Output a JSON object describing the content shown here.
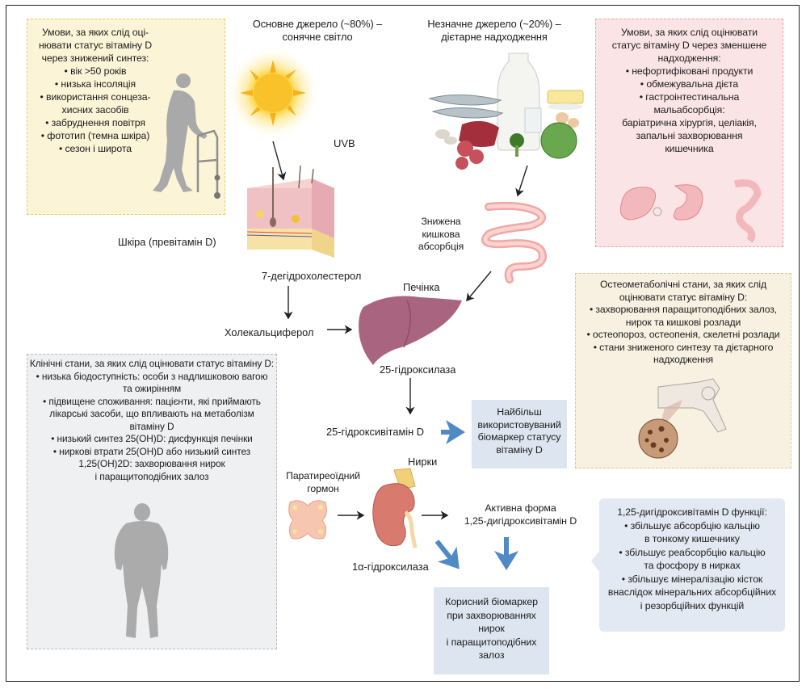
{
  "colors": {
    "accent_arrow": "#4f8ac4",
    "box_yellow": "#fcf4d6",
    "box_pink": "#fbe4e6",
    "box_gray": "#eff0f2",
    "box_beige": "#f8f1e2",
    "box_blue": "#dde6f0"
  },
  "sources": {
    "main_title": "Основне джерело (~80%) –",
    "main_subtitle": "сонячне світло",
    "minor_title": "Незначне джерело (~20%) –",
    "minor_subtitle": "дієтарне надходження",
    "uvb": "UVB"
  },
  "reduced_synthesis_box": {
    "lines": [
      "Умови, за яких слід оці-",
      "нювати статус вітаміну D",
      "через знижений синтез:",
      "• вік >50 років",
      "• низька інсоляція",
      "• використання сонцеза-",
      "хисних засобів",
      "• забруднення повітря",
      "• фототип (темна шкіра)",
      "• сезон і широта"
    ]
  },
  "reduced_intake_box": {
    "lines": [
      "Умови, за яких слід оцінювати",
      "статус вітаміну D через зменшене",
      "надходження:",
      "• нефортифіковані продукти",
      "• обмежувальна дієта",
      "• гастроінтестинальна",
      "мальабсорбція:",
      "баріатрична хірургія, целіакія,",
      "запальні захворювання",
      "кишечника"
    ]
  },
  "pathway": {
    "skin": "Шкіра (превітамін D)",
    "dehydrocholesterol": "7-дегідрохолестерол",
    "cholecalciferol": "Холекальциферол",
    "liver": "Печінка",
    "hydroxylase25": "25-гідроксилаза",
    "reduced_absorption": [
      "Знижена",
      "кишкова",
      "абсорбція"
    ],
    "hydroxyvitamin25": "25-гідроксивітамін D",
    "kidneys": "Нирки",
    "pth": [
      "Паратиреоїдний",
      "гормон"
    ],
    "alpha_hydroxylase": "1α-гідроксилаза",
    "active_form": [
      "Активна форма",
      "1,25-дигідроксивітамін D"
    ]
  },
  "biomarker_main": [
    "Найбільш",
    "використовуваний",
    "біомаркер статусу",
    "вітаміну D"
  ],
  "biomarker_kidney": [
    "Корисний біомаркер",
    "при захворюваннях",
    "нирок",
    "і паращитоподібних",
    "залоз"
  ],
  "osteo_box": {
    "lines": [
      "Остеометаболічні стани, за яких слід",
      "оцінювати статус вітаміну D:",
      "• захворювання паращитоподібних залоз,",
      "нирок та кишкові розлади",
      "• остеопороз, остеопенія, скелетні розлади",
      "• стани зниженого синтезу та дієтарного",
      "надходження"
    ]
  },
  "clinical_box": {
    "lines": [
      "Клінічні стани, за яких слід оцінювати статус вітаміну D:",
      "• низька біодоступність: особи з надлишковою вагою",
      "та ожирінням",
      "• підвищене споживання: пацієнти, які приймають",
      "лікарські засоби, що впливають на метаболізм",
      "вітаміну D",
      "• низький синтез 25(OH)D: дисфункція печінки",
      "• ниркові втрати 25(OH)D або низький синтез",
      "1,25(OH)2D: захворювання нирок",
      "і паращитоподібних залоз"
    ]
  },
  "functions_box": {
    "lines": [
      "1,25-дигідроксивітамін D функції:",
      "• збільшує абсорбцію кальцію",
      "в тонкому кишечнику",
      "• збільшує реабсорбцію кальцію",
      "та фосфору в нирках",
      "• збільшує мінералізацію кісток",
      "внаслідок мінеральних абсорбційних",
      "і резорбційних функцій"
    ]
  }
}
